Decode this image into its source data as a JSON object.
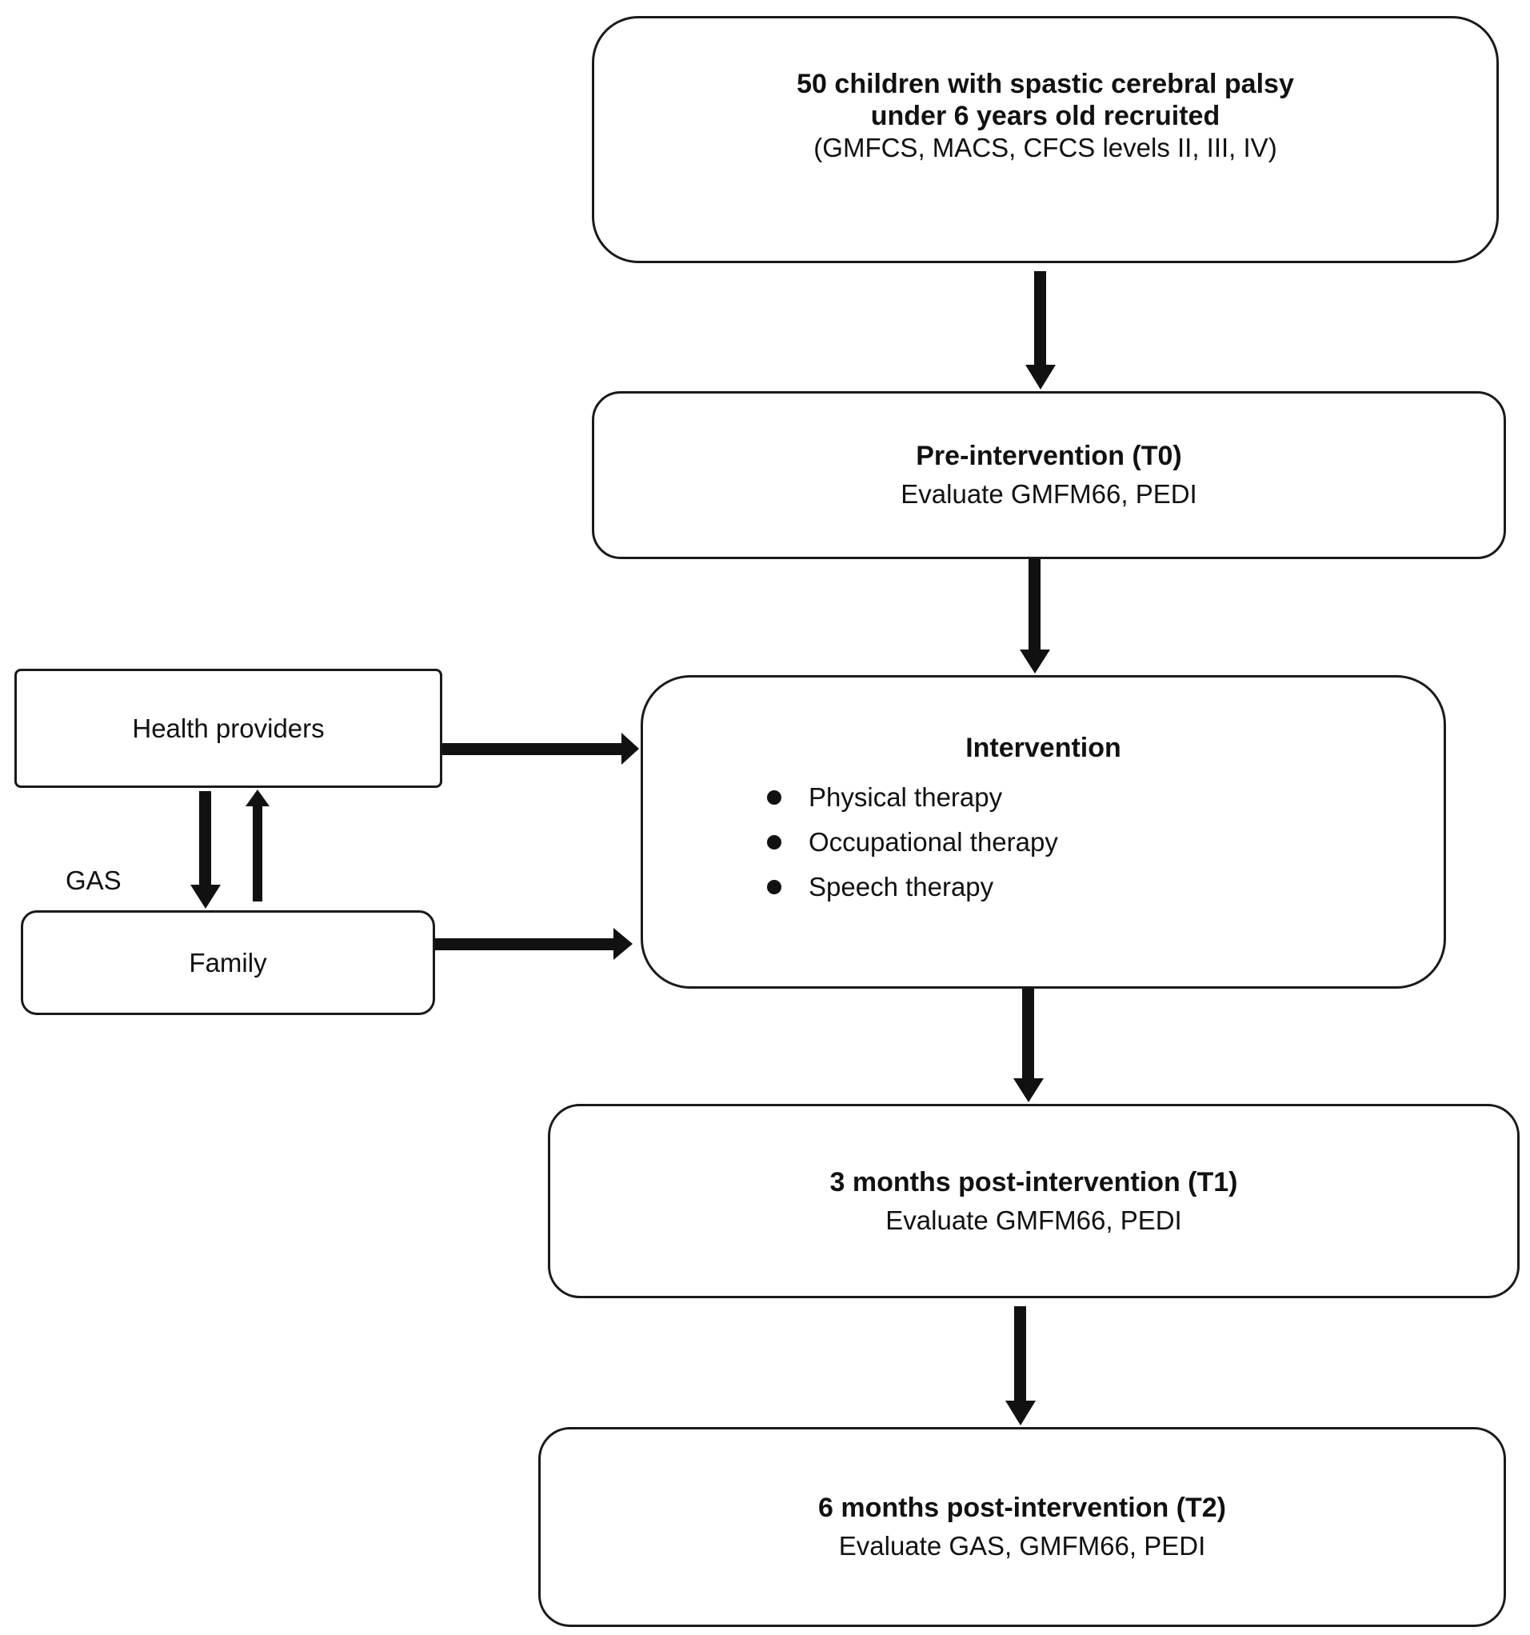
{
  "recruit": {
    "line1": "50 children with spastic cerebral palsy",
    "line2": "under 6 years old recruited",
    "line3": "(GMFCS, MACS, CFCS levels II, III, IV)"
  },
  "pre_intervention": {
    "title": "Pre-intervention (T0)",
    "detail": "Evaluate GMFM66, PEDI"
  },
  "intervention": {
    "title": "Intervention",
    "items": [
      "Physical therapy",
      "Occupational therapy",
      "Speech therapy"
    ]
  },
  "t1": {
    "title": "3 months post-intervention (T1)",
    "detail": "Evaluate GMFM66, PEDI"
  },
  "t2": {
    "title": "6 months post-intervention (T2)",
    "detail": "Evaluate GAS, GMFM66, PEDI"
  },
  "health_providers": {
    "label": "Health providers"
  },
  "family": {
    "label": "Family"
  },
  "gas": {
    "label": "GAS"
  }
}
